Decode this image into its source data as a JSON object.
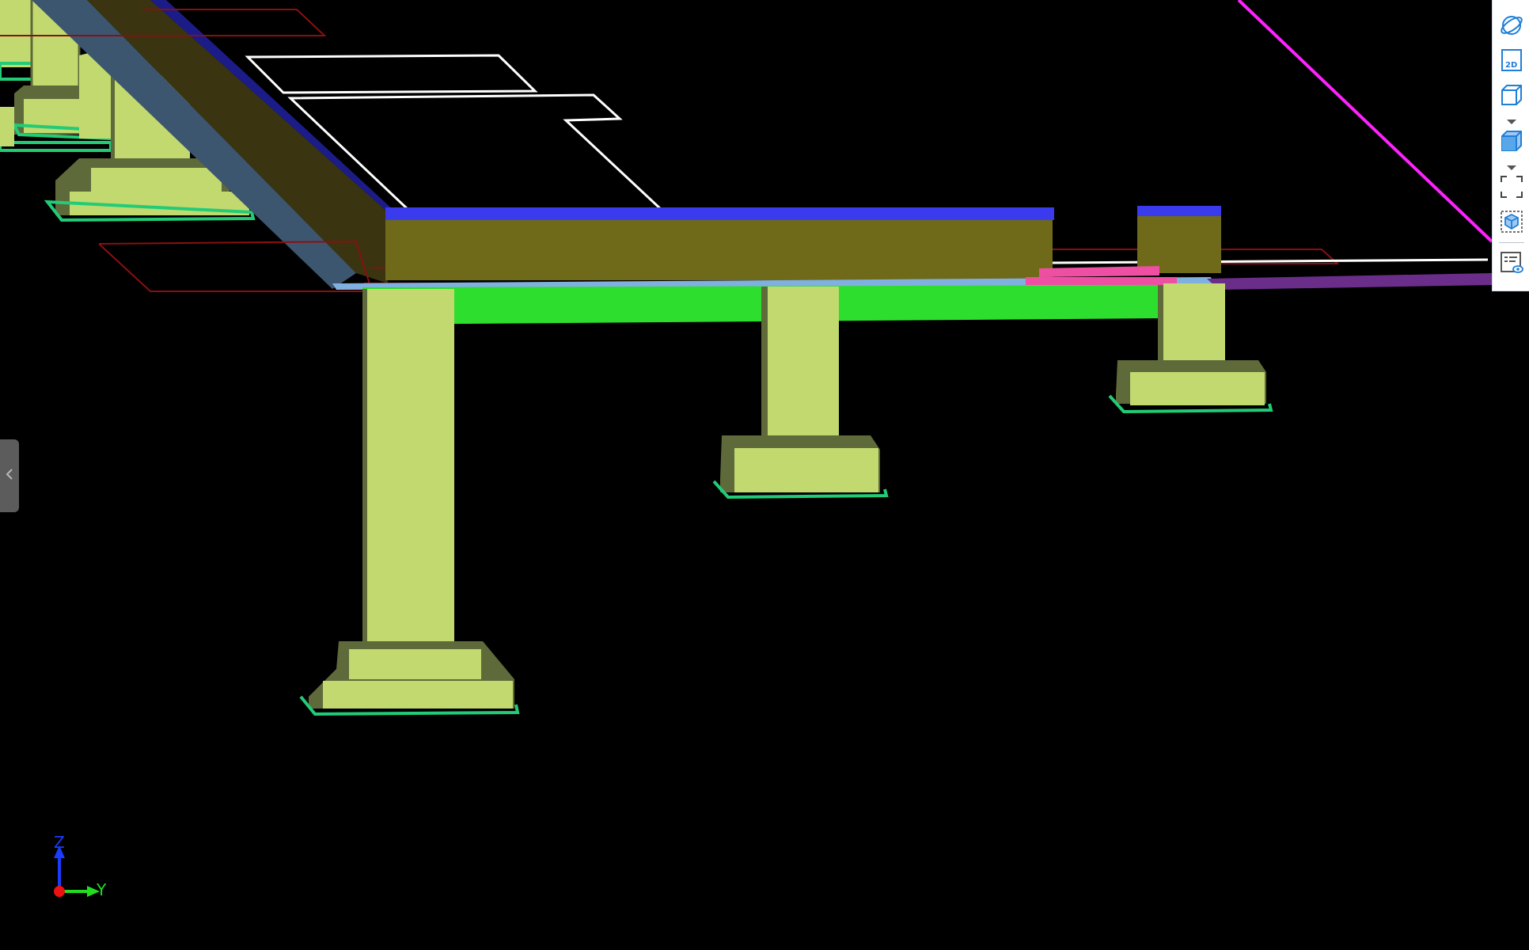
{
  "viewport": {
    "background": "#000000"
  },
  "colors": {
    "column_face": "#c2d96f",
    "column_shadow": "#5f6a3a",
    "footing_outline": "#22cc77",
    "beam_face": "#6e6a1a",
    "beam_top": "#3b3bee",
    "beam_bottom": "#2ede2e",
    "sloped_beam": "#3d5670",
    "sloped_beam_top": "#1c1c88",
    "slab_edge": "#7fb0e0",
    "pink_element": "#ee4fa2",
    "purple_element": "#6a2e8a",
    "magenta_line": "#ff22ff",
    "outline_white": "#ffffff",
    "outline_red": "#8a1010",
    "toolbar_icon": "#1f7fd8"
  },
  "toolbar": {
    "items": [
      {
        "icon": "orbit-icon",
        "kind": "button"
      },
      {
        "icon": "2d-view-icon",
        "kind": "button",
        "text": "2D"
      },
      {
        "icon": "3d-box-icon",
        "kind": "button"
      },
      {
        "icon": "chevron-down-icon",
        "kind": "caret"
      },
      {
        "icon": "shaded-box-icon",
        "kind": "button"
      },
      {
        "icon": "chevron-down-icon",
        "kind": "caret"
      },
      {
        "icon": "fit-view-icon",
        "kind": "button"
      },
      {
        "icon": "isolate-view-icon",
        "kind": "button"
      },
      {
        "icon": "visibility-list-icon",
        "kind": "button"
      }
    ]
  },
  "collapse_handle": {
    "icon": "chevron-left-icon"
  },
  "axis_triad": {
    "z_label": "Z",
    "y_label": "Y",
    "z_color": "#1a3cff",
    "y_color": "#22dd22",
    "x_color": "#ee1111"
  }
}
